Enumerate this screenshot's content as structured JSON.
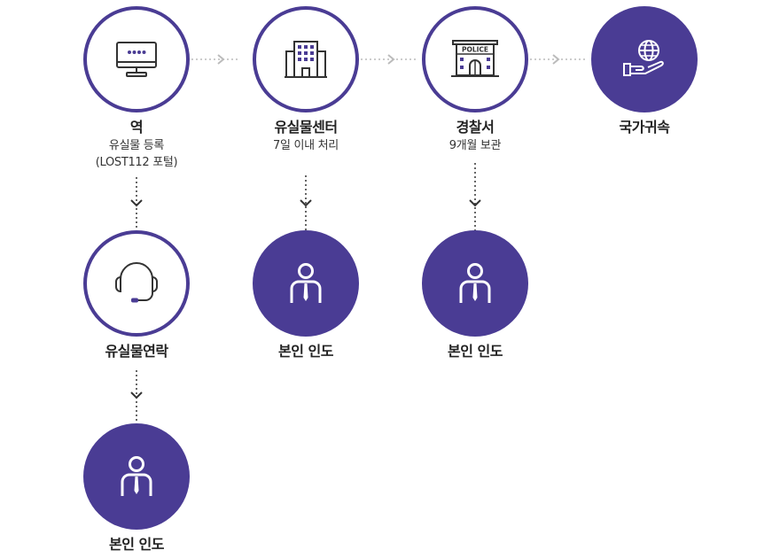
{
  "colors": {
    "accent": "#4a3c94",
    "connector": "#bbbbbb",
    "vertical_connector": "#333333"
  },
  "steps": [
    {
      "title": "역",
      "sub1": "유실물 등록",
      "sub2": "(LOST112 포털)",
      "icon": "monitor-icon"
    },
    {
      "title": "유실물센터",
      "sub1": "7일 이내 처리",
      "icon": "building-icon"
    },
    {
      "title": "경찰서",
      "sub1": "9개월 보관",
      "icon": "police-station-icon",
      "sign": "POLICE"
    },
    {
      "title": "국가귀속",
      "icon": "globe-hand-icon"
    }
  ],
  "contact": {
    "title": "유실물연락",
    "icon": "headset-icon"
  },
  "handover": {
    "label": "본인 인도",
    "icon": "person-icon"
  }
}
